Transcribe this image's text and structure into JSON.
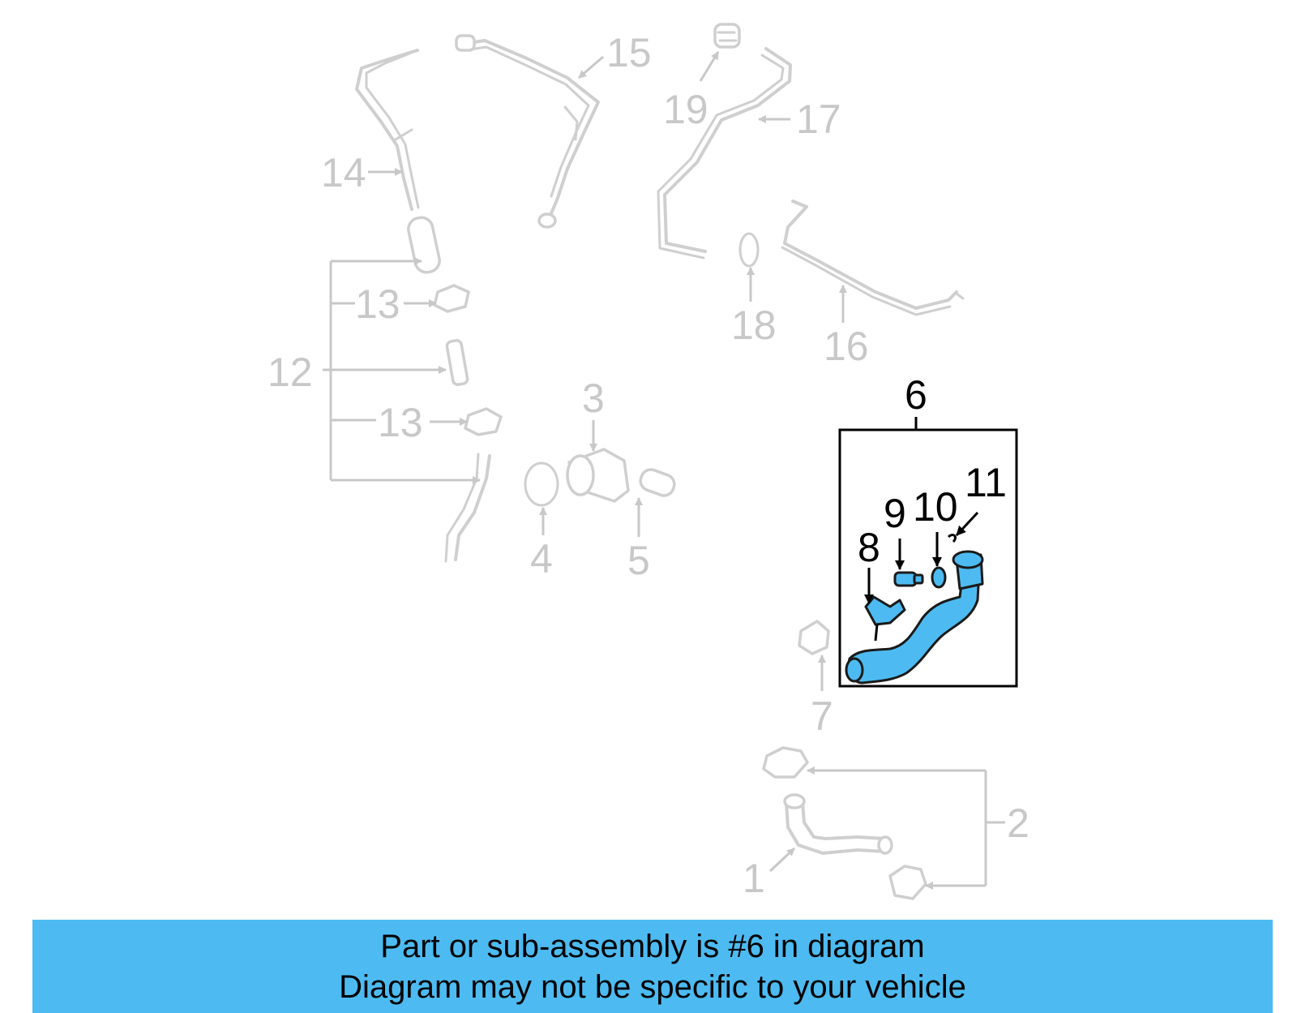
{
  "callouts": {
    "c1": "1",
    "c2": "2",
    "c3": "3",
    "c4": "4",
    "c5": "5",
    "c6": "6",
    "c7": "7",
    "c8": "8",
    "c9": "9",
    "c10": "10",
    "c11": "11",
    "c12": "12",
    "c13a": "13",
    "c13b": "13",
    "c14": "14",
    "c15": "15",
    "c16": "16",
    "c17": "17",
    "c18": "18",
    "c19": "19"
  },
  "highlighted_part": "6",
  "colors": {
    "highlight": "#4dbbf2",
    "faded": "#c8c8c8",
    "frame": "#000000"
  },
  "banner": {
    "line1": "Part or sub-assembly is #6 in diagram",
    "line2": "Diagram may not be specific to your vehicle"
  }
}
